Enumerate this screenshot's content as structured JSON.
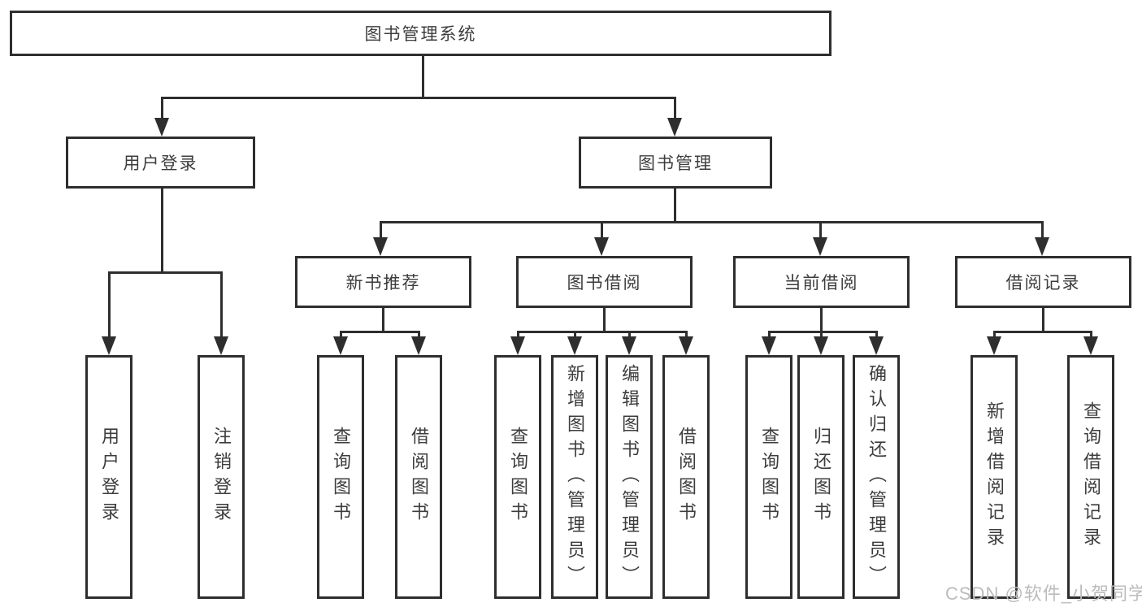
{
  "diagram": {
    "root": {
      "label": "图书管理系统"
    },
    "level2": [
      {
        "label": "用户登录"
      },
      {
        "label": "图书管理"
      }
    ],
    "level3": [
      {
        "label": "新书推荐"
      },
      {
        "label": "图书借阅"
      },
      {
        "label": "当前借阅"
      },
      {
        "label": "借阅记录"
      }
    ],
    "leaves": {
      "user_login": [
        {
          "label": "用户登录"
        },
        {
          "label": "注销登录"
        }
      ],
      "new_books": [
        {
          "label": "查询图书"
        },
        {
          "label": "借阅图书"
        }
      ],
      "book_borrow": [
        {
          "label": "查询图书"
        },
        {
          "label": "新增图书（管理员）"
        },
        {
          "label": "编辑图书（管理员）"
        },
        {
          "label": "借阅图书"
        }
      ],
      "current_borrow": [
        {
          "label": "查询图书"
        },
        {
          "label": "归还图书"
        },
        {
          "label": "确认归还（管理员）"
        }
      ],
      "borrow_records": [
        {
          "label": "新增借阅记录"
        },
        {
          "label": "查询借阅记录"
        }
      ]
    },
    "watermark": "CSDN @软件_小贺同学",
    "colors": {
      "line": "#2e2e2e",
      "text": "#3d3d3d",
      "watermark": "#bcbcbc",
      "background": "#ffffff"
    }
  }
}
